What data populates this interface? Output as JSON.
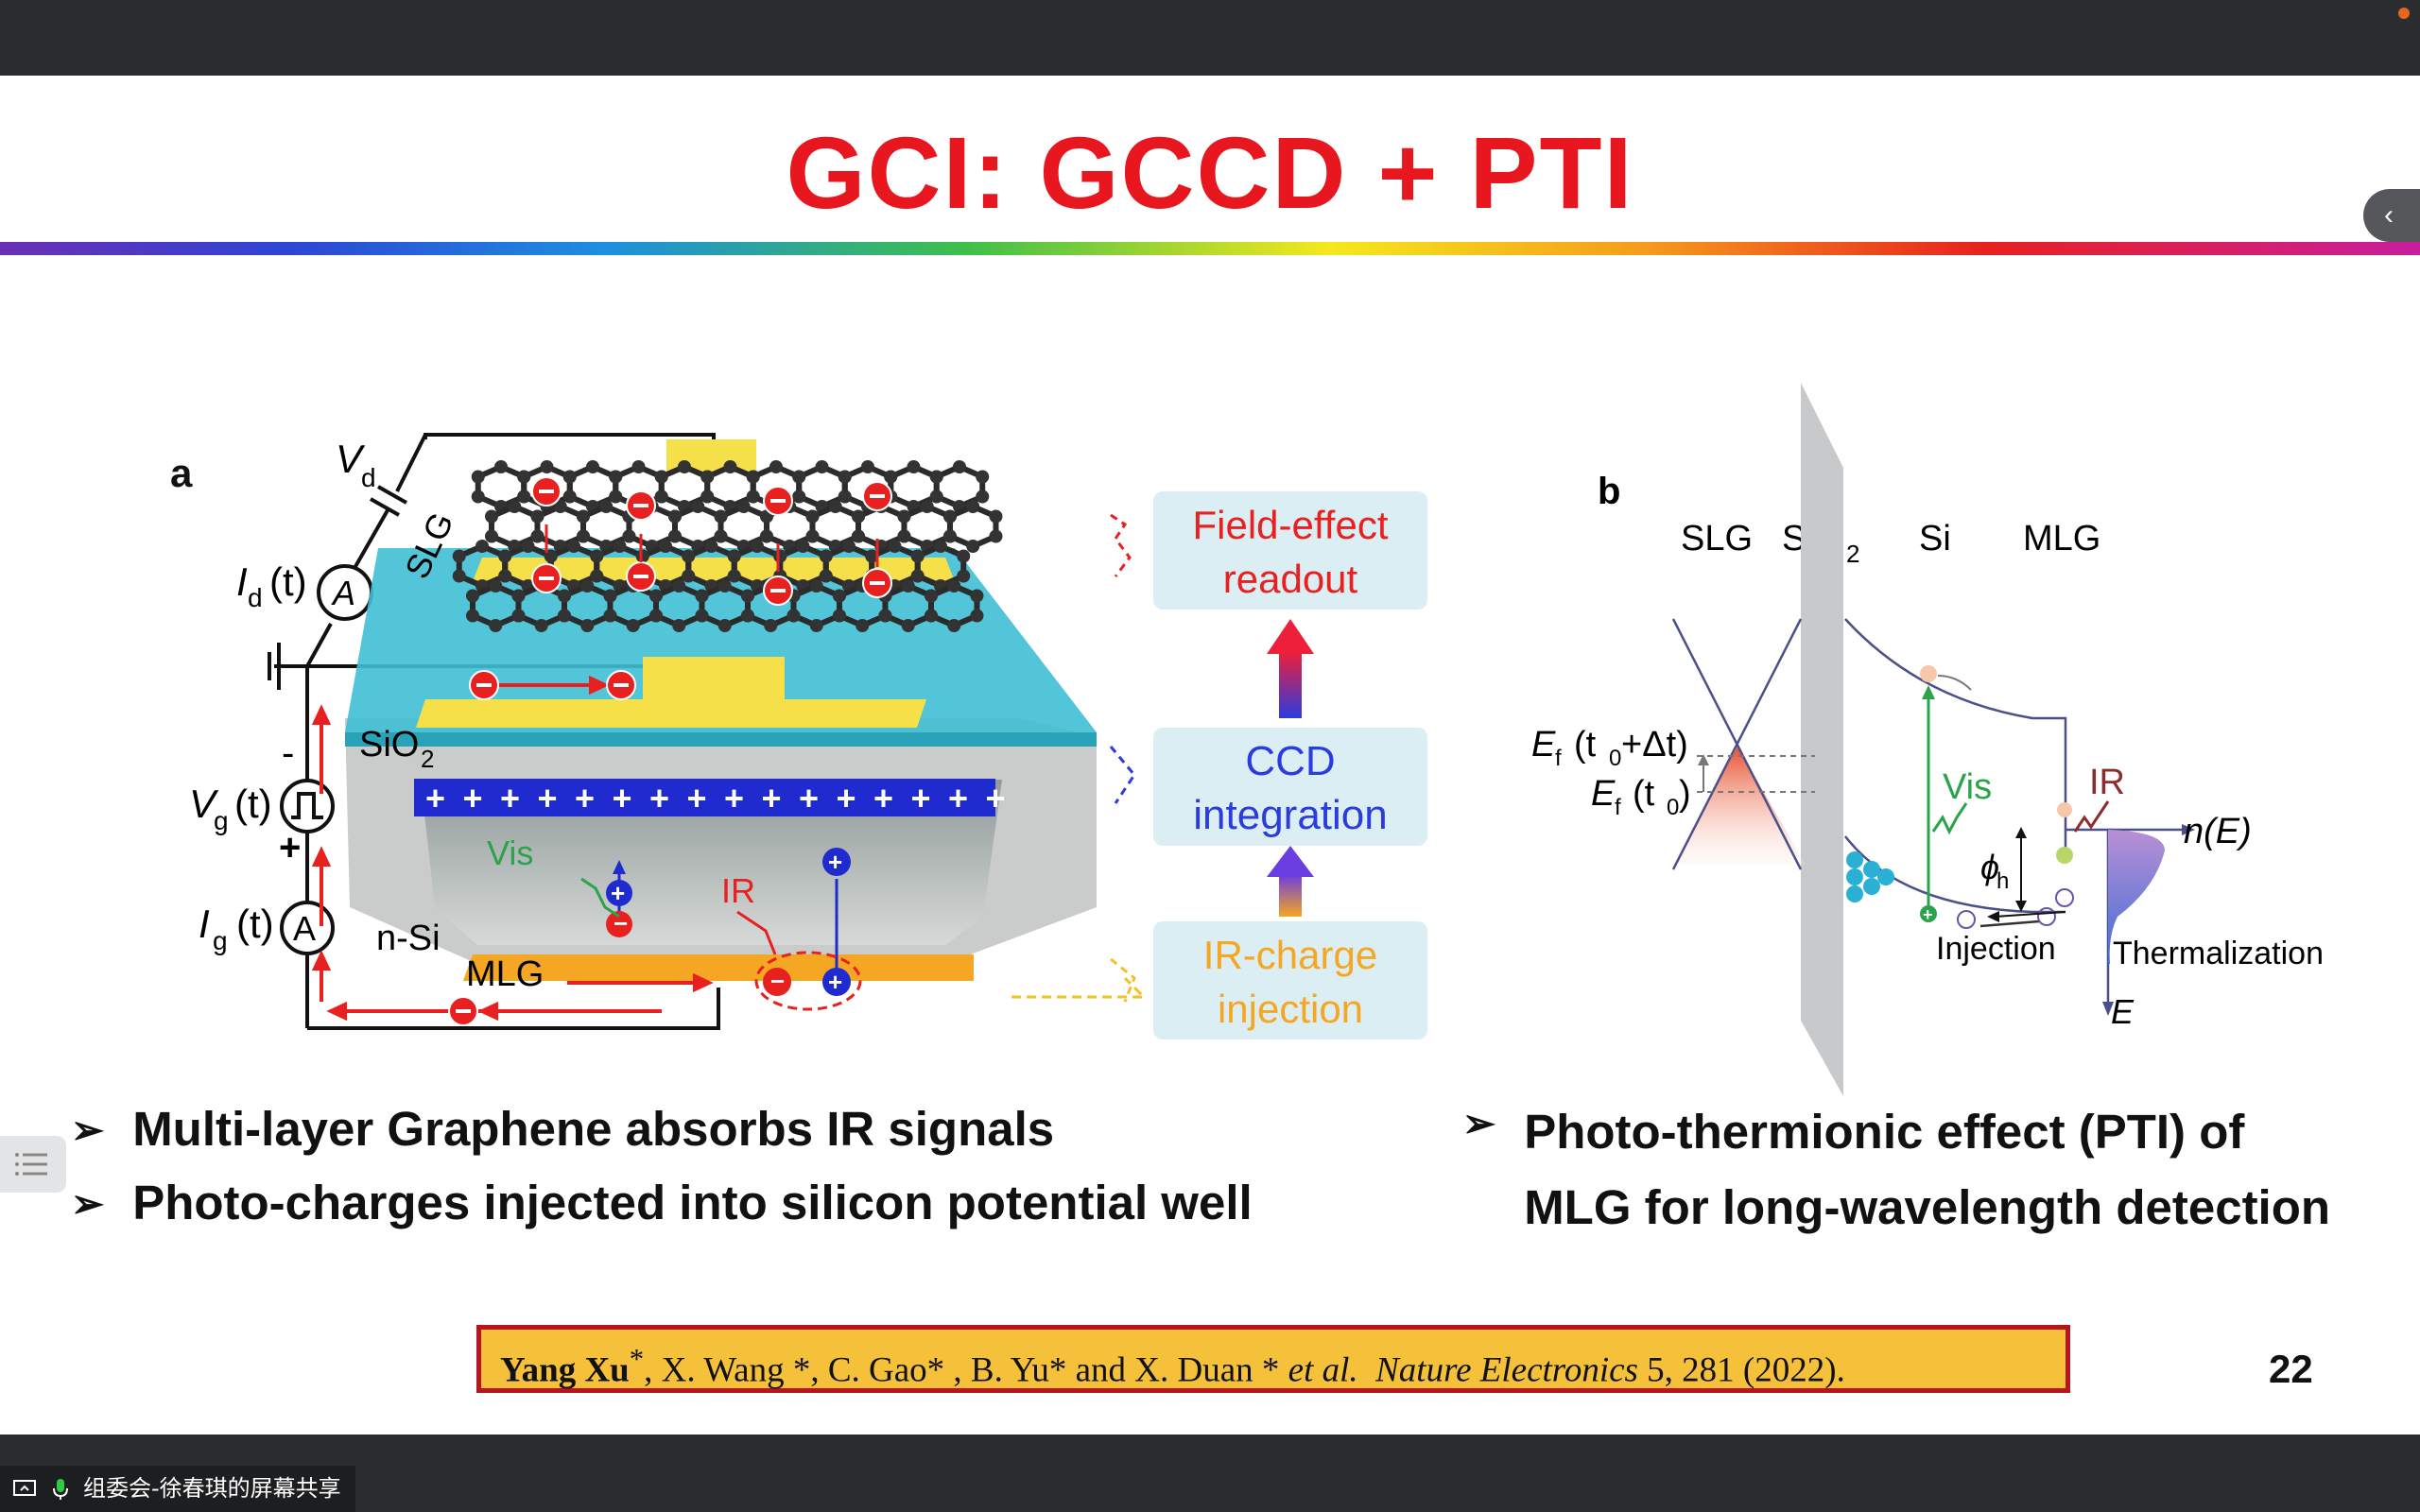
{
  "app": {
    "share_label": "组委会-徐春琪的屏幕共享"
  },
  "slide": {
    "title": "GCI: GCCD + PTI",
    "page_number": "22",
    "panel_a": {
      "label": "a",
      "vd": "V",
      "vd_sub": "d",
      "id_label": "I",
      "id_sub": "d",
      "id_t": "(t)",
      "slg": "SLG",
      "sio2": "SiO",
      "sio2_sub": "2",
      "vg": "V",
      "vg_sub": "g",
      "vg_t": "(t)",
      "ig": "I",
      "ig_sub": "g",
      "ig_t": "(t)",
      "nsi": "n-Si",
      "mlg": "MLG",
      "vis": "Vis",
      "ir": "IR",
      "minus": "-",
      "plus": "+",
      "meter": "A",
      "flow": {
        "readout_line1": "Field-effect",
        "readout_line2": "readout",
        "ccd_line1": "CCD",
        "ccd_line2": "integration",
        "ir_line1": "IR-charge",
        "ir_line2": "injection"
      }
    },
    "panel_b": {
      "label": "b",
      "slg": "SLG",
      "sio2": "SiO",
      "sio2_sub": "2",
      "si": "Si",
      "mlg": "MLG",
      "ef1": "E",
      "ef1_sub": "f",
      "ef1_arg": "(t",
      "ef1_arg_sub": "0",
      "ef1_arg_tail": "+Δt)",
      "ef2": "E",
      "ef2_sub": "f",
      "ef2_arg": "(t",
      "ef2_arg_sub": "0",
      "ef2_arg_tail": ")",
      "vis": "Vis",
      "ir": "IR",
      "ne": "n(E)",
      "phi": "ϕ",
      "phi_sub": "h",
      "injection": "Injection",
      "thermalization": "Thermalization",
      "energy": "E"
    },
    "bullets_left": [
      "Multi-layer Graphene absorbs IR signals",
      "Photo-charges injected into silicon potential well"
    ],
    "bullets_right": [
      "Photo-thermionic effect (PTI) of",
      "MLG for long-wavelength detection"
    ],
    "citation": {
      "authors_bold": "Yang Xu",
      "star": "*",
      "authors_rest": ", X. Wang *, C. Gao* , B. Yu* and X. Duan * ",
      "etal": "et al.",
      "journal": "Nature  Electronics",
      "ref": " 5, 281 (2022)."
    },
    "bullet_marker": "➢"
  },
  "colors": {
    "title": "#e8171f",
    "citation_bg": "#f6c13a",
    "citation_border": "#b7161c"
  }
}
